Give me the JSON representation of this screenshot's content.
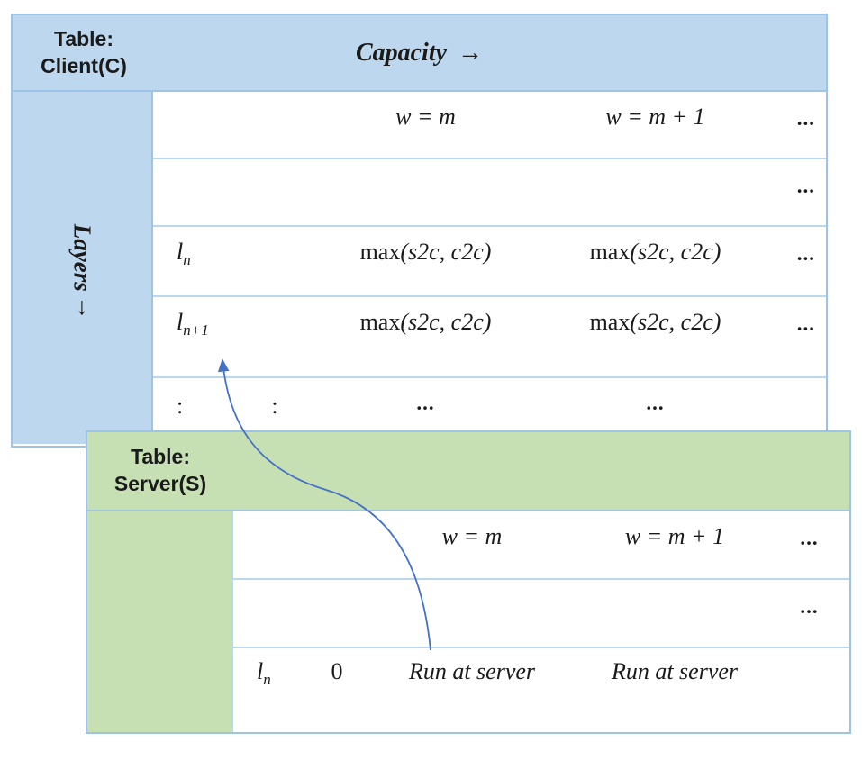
{
  "colors": {
    "client_fill": "#BDD7EE",
    "server_fill": "#C6E0B4",
    "table_border": "#9DC3E6",
    "grid_line": "#BDD7EE",
    "arrow": "#4472C4"
  },
  "client_table": {
    "title_line1": "Table:",
    "title_line2": "Client(C)",
    "capacity_axis": {
      "text": "Capacity",
      "arrow": "→"
    },
    "layers_axis": {
      "text": "Layers",
      "arrow": "↓"
    },
    "columns": {
      "w_m": "w = m",
      "w_m_plus_1": "w = m + 1",
      "dots": "..."
    },
    "row_empty": {
      "dots": "..."
    },
    "row_ln": {
      "label_base": "l",
      "label_sub": "n",
      "val_w_m": {
        "fn": "max",
        "args": "(s2c, c2c)"
      },
      "val_w_m_plus_1": {
        "fn": "max",
        "args": "(s2c, c2c)"
      },
      "dots": "..."
    },
    "row_ln_plus_1": {
      "label_base": "l",
      "label_sub": "n+1",
      "val_w_m": {
        "fn": "max",
        "args": "(s2c, c2c)"
      },
      "val_w_m_plus_1": {
        "fn": "max",
        "args": "(s2c, c2c)"
      },
      "dots": "..."
    },
    "row_vdots": {
      "c1": ":",
      "c2": ":",
      "v1": "...",
      "v2": "..."
    }
  },
  "server_table": {
    "title_line1": "Table:",
    "title_line2": "Server(S)",
    "columns": {
      "w_m": "w = m",
      "w_m_plus_1": "w = m + 1",
      "dots": "..."
    },
    "row_empty": {
      "dots": "..."
    },
    "row_ln": {
      "label_base": "l",
      "label_sub": "n",
      "val_zero": "0",
      "val_w_m": "Run at server",
      "val_w_m_plus_1": "Run at server"
    }
  }
}
